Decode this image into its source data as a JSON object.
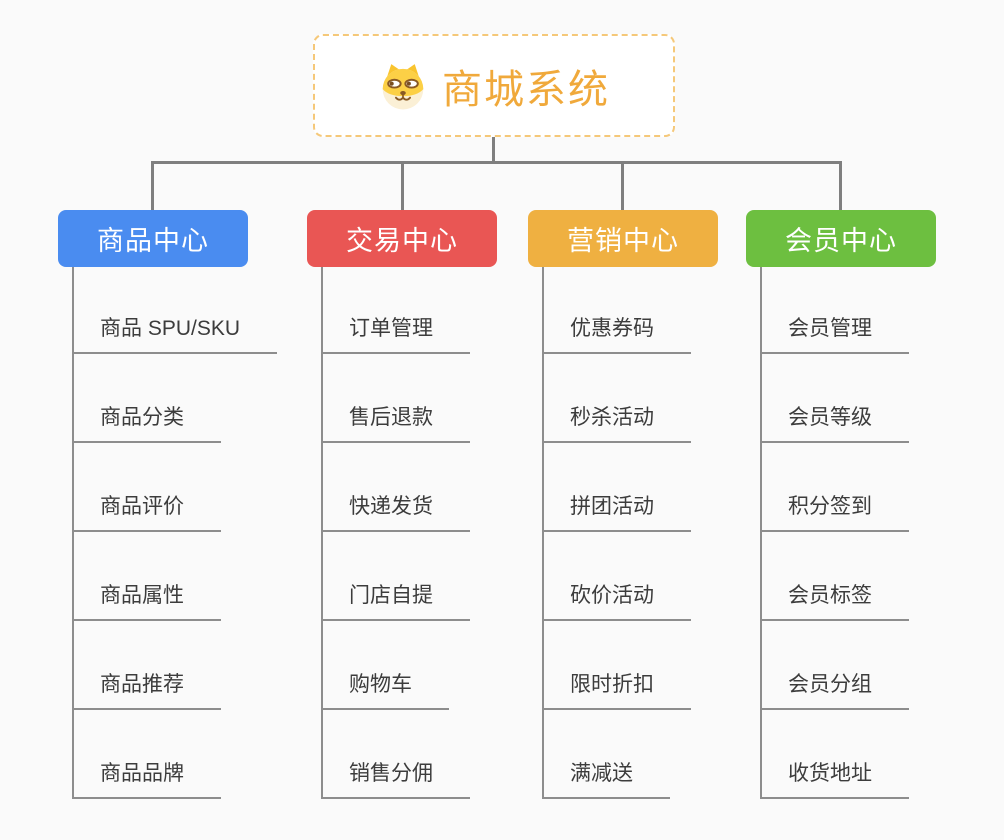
{
  "page": {
    "background_color": "#fafafa",
    "connector_color": "#7f7f7f"
  },
  "root": {
    "title": "商城系统",
    "icon": "dog-face-icon",
    "title_color": "#f0a93b",
    "border_color": "#f5c879"
  },
  "branches": [
    {
      "label": "商品中心",
      "color": "#4a8cf0",
      "children": [
        "商品 SPU/SKU",
        "商品分类",
        "商品评价",
        "商品属性",
        "商品推荐",
        "商品品牌"
      ]
    },
    {
      "label": "交易中心",
      "color": "#e95654",
      "children": [
        "订单管理",
        "售后退款",
        "快递发货",
        "门店自提",
        "购物车",
        "销售分佣"
      ]
    },
    {
      "label": "营销中心",
      "color": "#efb041",
      "children": [
        "优惠券码",
        "秒杀活动",
        "拼团活动",
        "砍价活动",
        "限时折扣",
        "满减送"
      ]
    },
    {
      "label": "会员中心",
      "color": "#6dbf40",
      "children": [
        "会员管理",
        "会员等级",
        "积分签到",
        "会员标签",
        "会员分组",
        "收货地址"
      ]
    }
  ]
}
